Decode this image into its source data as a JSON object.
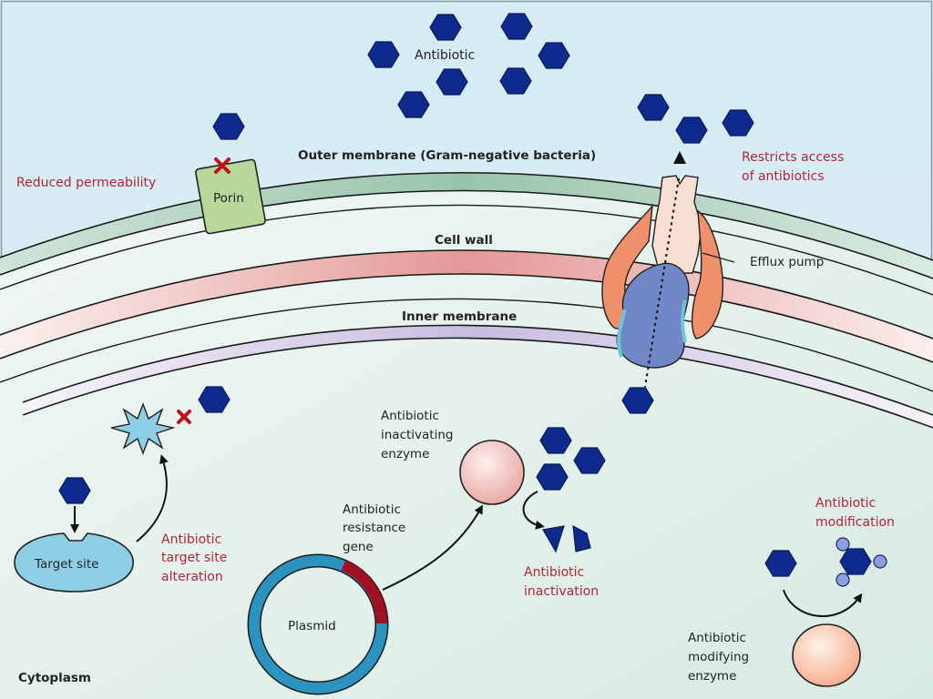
{
  "diagram": {
    "title_labels": {
      "antibiotic": "Antibiotic",
      "outer_membrane": "Outer membrane (Gram-negative bacteria)",
      "cell_wall": "Cell wall",
      "inner_membrane": "Inner membrane",
      "cytoplasm": "Cytoplasm"
    },
    "components": {
      "porin": "Porin",
      "efflux_pump": "Efflux pump",
      "target_site": "Target site",
      "plasmid": "Plasmid"
    },
    "mechanisms": {
      "reduced_permeability": "Reduced permeability",
      "restricts_access": [
        "Restricts access",
        "of antibiotics"
      ],
      "target_site_alteration": [
        "Antibiotic",
        "target site",
        "alteration"
      ],
      "inactivation": [
        "Antibiotic",
        "inactivation"
      ],
      "modification": [
        "Antibiotic",
        "modification"
      ]
    },
    "descriptors": {
      "inactivating_enzyme": [
        "Antibiotic",
        "inactivating",
        "enzyme"
      ],
      "resistance_gene": [
        "Antibiotic",
        "resistance",
        "gene"
      ],
      "modifying_enzyme": [
        "Antibiotic",
        "modifying",
        "enzyme"
      ]
    },
    "colors": {
      "antibiotic": "#0d2a8c",
      "mechanism_text": "#b0243c",
      "outer_membrane": "#9ec8b0",
      "cell_wall": "#e49a98",
      "inner_membrane": "#c9bde0",
      "porin": "#b7d89a",
      "efflux_outer": "#f6dcd0",
      "efflux_side": "#f0906a",
      "efflux_inner": "#7088c8",
      "target_site": "#8fcfe6",
      "plasmid": "#2a93c0",
      "plasmid_gene": "#a01020",
      "x_mark": "#c0101c"
    }
  }
}
